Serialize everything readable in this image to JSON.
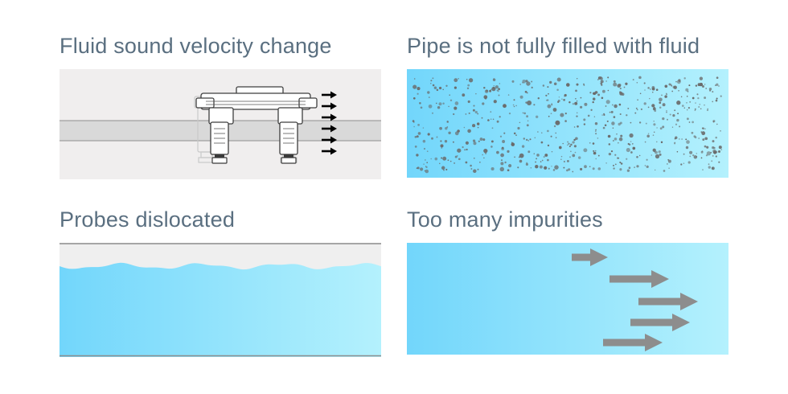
{
  "panels": [
    {
      "id": "tl",
      "title": "Fluid sound velocity change",
      "illustration": "clamp-on-flowmeter-with-arrows"
    },
    {
      "id": "tr",
      "title": "Pipe is not fully filled with fluid",
      "illustration": "fluid-with-particles"
    },
    {
      "id": "bl",
      "title": "Probes dislocated",
      "illustration": "partially-filled-pipe"
    },
    {
      "id": "br",
      "title": "Too many impurities",
      "illustration": "fluid-with-flow-arrows"
    }
  ],
  "colors": {
    "title": "#5a6f80",
    "fluid_left": "#72d6fb",
    "fluid_right": "#b4f1fd",
    "pipe_bg": "#f0eeee",
    "pipe_band": "#d9d9d9",
    "particles": "#6a6a6a",
    "flow_arrow": "#8d8d8d"
  }
}
